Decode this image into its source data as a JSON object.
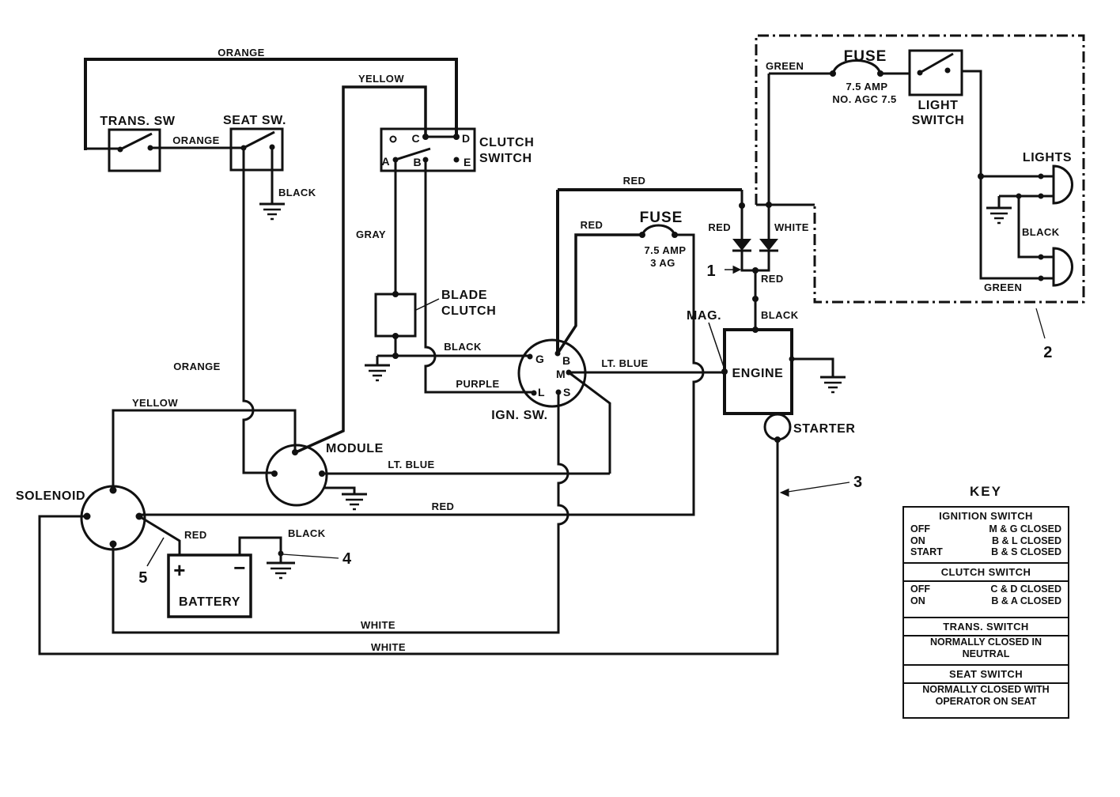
{
  "labels": {
    "orange_top": "ORANGE",
    "trans_sw": "TRANS. SW",
    "seat_sw": "SEAT SW.",
    "orange_mid": "ORANGE",
    "black_seat": "BLACK",
    "yellow_top": "YELLOW",
    "clutch_switch_line1": "CLUTCH",
    "clutch_switch_line2": "SWITCH",
    "gray": "GRAY",
    "blade_line1": "BLADE",
    "blade_line2": "CLUTCH",
    "black_ign": "BLACK",
    "purple": "PURPLE",
    "ign_sw": "IGN. SW.",
    "lt_blue_engine": "LT. BLUE",
    "lt_blue_module": "LT. BLUE",
    "red_top": "RED",
    "red_loop": "RED",
    "fuse_mid": "FUSE",
    "fuse_mid_rating": "7.5 AMP",
    "fuse_mid_type": "3 AG",
    "red_diode": "RED",
    "white_diode": "WHITE",
    "red_kill": "RED",
    "black_kill": "BLACK",
    "mag": "MAG.",
    "engine": "ENGINE",
    "starter": "STARTER",
    "green_feed": "GREEN",
    "fuse_top": "FUSE",
    "fuse_top_rating": "7.5 AMP",
    "fuse_top_type": "NO. AGC 7.5",
    "light_switch_line1": "LIGHT",
    "light_switch_line2": "SWITCH",
    "lights": "LIGHTS",
    "black_lights": "BLACK",
    "green_lights": "GREEN",
    "orange_left": "ORANGE",
    "yellow_left": "YELLOW",
    "module": "MODULE",
    "red_main": "RED",
    "solenoid": "SOLENOID",
    "red_batt": "RED",
    "black_batt": "BLACK",
    "battery": "BATTERY",
    "plus": "+",
    "minus": "−",
    "white_upper": "WHITE",
    "white_lower": "WHITE"
  },
  "clutch_terminals": {
    "a": "A",
    "b": "B",
    "c": "C",
    "d": "D",
    "e": "E"
  },
  "ign_terminals": {
    "g": "G",
    "b": "B",
    "m": "M",
    "l": "L",
    "s": "S"
  },
  "callouts": {
    "n1": "1",
    "n2": "2",
    "n3": "3",
    "n4": "4",
    "n5": "5"
  },
  "key_table": {
    "title": "KEY",
    "sections": [
      {
        "header": "IGNITION SWITCH",
        "rows": [
          [
            "OFF",
            "M & G CLOSED"
          ],
          [
            "ON",
            "B & L CLOSED"
          ],
          [
            "START",
            "B & S CLOSED"
          ]
        ]
      },
      {
        "header": "CLUTCH SWITCH",
        "rows": [
          [
            "OFF",
            "C & D CLOSED"
          ],
          [
            "ON",
            "B & A CLOSED"
          ]
        ]
      },
      {
        "header": "TRANS. SWITCH",
        "lines": [
          "NORMALLY CLOSED IN",
          "NEUTRAL"
        ]
      },
      {
        "header": "SEAT SWITCH",
        "lines": [
          "NORMALLY CLOSED WITH",
          "OPERATOR ON SEAT"
        ]
      }
    ]
  }
}
